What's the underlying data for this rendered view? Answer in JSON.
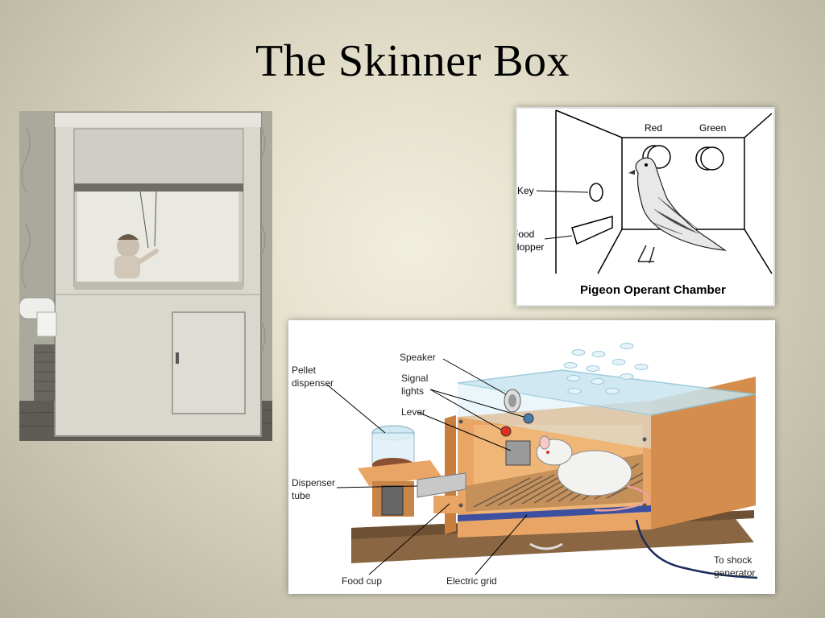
{
  "slide": {
    "title": "The Skinner Box"
  },
  "pigeon_diagram": {
    "label_red": "Red",
    "label_green": "Green",
    "label_key": "Key",
    "label_food_hopper_1": "Food",
    "label_food_hopper_2": "Hopper",
    "caption": "Pigeon Operant Chamber"
  },
  "rat_diagram": {
    "label_speaker": "Speaker",
    "label_signal_1": "Signal",
    "label_signal_2": "lights",
    "label_lever": "Lever",
    "label_pellet_1": "Pellet",
    "label_pellet_2": "dispenser",
    "label_dispenser_1": "Dispenser",
    "label_dispenser_2": "tube",
    "label_food_cup": "Food cup",
    "label_grid": "Electric grid",
    "label_shock_1": "To shock",
    "label_shock_2": "generator"
  }
}
